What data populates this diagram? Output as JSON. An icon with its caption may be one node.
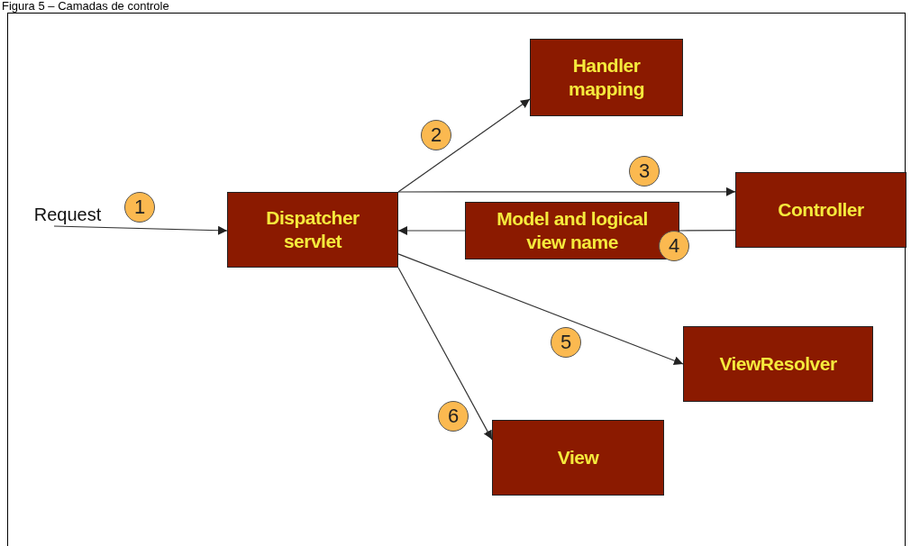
{
  "diagram": {
    "title": "Figura 5 – Camadas de controle",
    "nodes": [
      {
        "text": [
          "Request"
        ]
      },
      {
        "text": [
          "Dispatcher servlet"
        ]
      },
      {
        "text": [
          "Handler mapping"
        ]
      },
      {
        "text": [
          "Controller"
        ]
      },
      {
        "text": [
          "Model and logical view name"
        ]
      },
      {
        "text": [
          "ViewResolver"
        ]
      },
      {
        "text": [
          "View"
        ]
      },
      {
        "text": [
          "1"
        ]
      },
      {
        "text": [
          "2"
        ]
      },
      {
        "text": [
          "3"
        ]
      },
      {
        "text": [
          "4"
        ]
      },
      {
        "text": [
          "5"
        ]
      },
      {
        "text": [
          "6"
        ]
      }
    ],
    "edges": [
      {
        "from": 0,
        "to": 1,
        "arrow": "to"
      },
      {
        "from": 1,
        "to": 2,
        "arrow": "to"
      },
      {
        "from": 1,
        "to": 3,
        "arrow": "to"
      },
      {
        "from": 3,
        "to": 4,
        "arrow": "none"
      },
      {
        "from": 4,
        "to": 1,
        "arrow": "to"
      },
      {
        "from": 1,
        "to": 5,
        "arrow": "to"
      },
      {
        "from": 1,
        "to": 6,
        "arrow": "to"
      }
    ]
  }
}
